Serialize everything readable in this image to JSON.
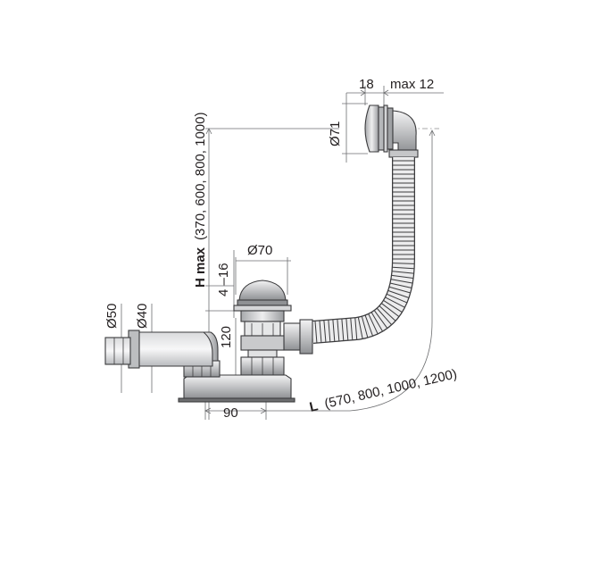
{
  "labels": {
    "overflow_depth": "18",
    "overflow_wall_max": "max 12",
    "overflow_diameter": "Ø71",
    "height_prefix": "H max",
    "height_values": "(370, 600, 800, 1000)",
    "drain_diameter": "Ø70",
    "stopper_lift": "4 –16",
    "outlet_outer": "Ø50",
    "outlet_inner": "Ø40",
    "trap_height": "120",
    "trap_offset": "90",
    "length_prefix": "L",
    "length_values": "(570, 800, 1000, 1200)"
  },
  "colors": {
    "line": "#231f20",
    "metal_light": "#e6e7e8",
    "metal_mid": "#bcbec0",
    "metal_dark": "#808285"
  }
}
